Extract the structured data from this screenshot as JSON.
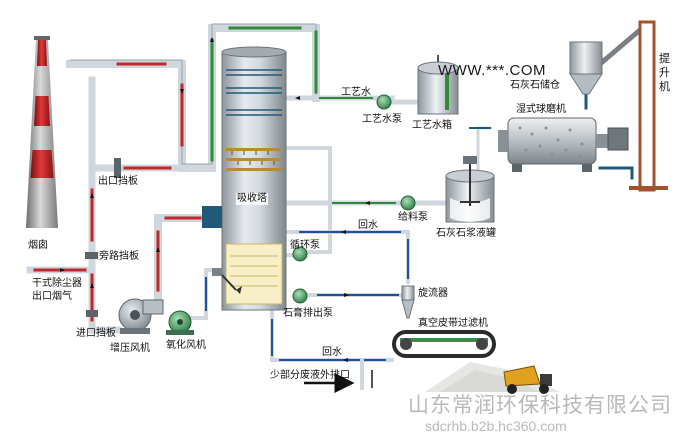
{
  "labels": {
    "chimney": "烟囱",
    "outlet_damper": "出口挡板",
    "bypass_damper": "旁路挡板",
    "dust_collector_line1": "干式除尘器",
    "dust_collector_line2": "出口烟气",
    "inlet_damper": "进口挡板",
    "booster_fan": "增压风机",
    "oxidation_fan": "氧化风机",
    "absorber": "吸收塔",
    "circulation_pump": "循环泵",
    "gypsum_pump": "石膏排出泵",
    "process_water": "工艺水",
    "process_water_pump": "工艺水泵",
    "process_water_tank": "工艺水箱",
    "limestone_silo": "石灰石储仓",
    "elevator": "提升机",
    "ball_mill": "湿式球磨机",
    "feed_pump": "给料泵",
    "slurry_tank": "石灰石浆液罐",
    "return_water_1": "回水",
    "cyclone": "旋流器",
    "belt_filter": "真空皮带过滤机",
    "return_water_2": "回水",
    "wastewater_outlet": "少部分废液外排口"
  },
  "watermark": {
    "top_url": "WWW.***.COM",
    "company": "山东常润环保科技有限公司",
    "site": "sdcrhb.b2b.hc360.com"
  },
  "colors": {
    "flue_gas_line": "#c0282c",
    "water_line": "#2f8a3a",
    "slurry_line": "#1f4fa0",
    "pipe": "#cfd6dc",
    "equipment_green": "#4f9a63",
    "dark_blue": "#1f5a78",
    "elevator_brown": "#a0522d"
  }
}
